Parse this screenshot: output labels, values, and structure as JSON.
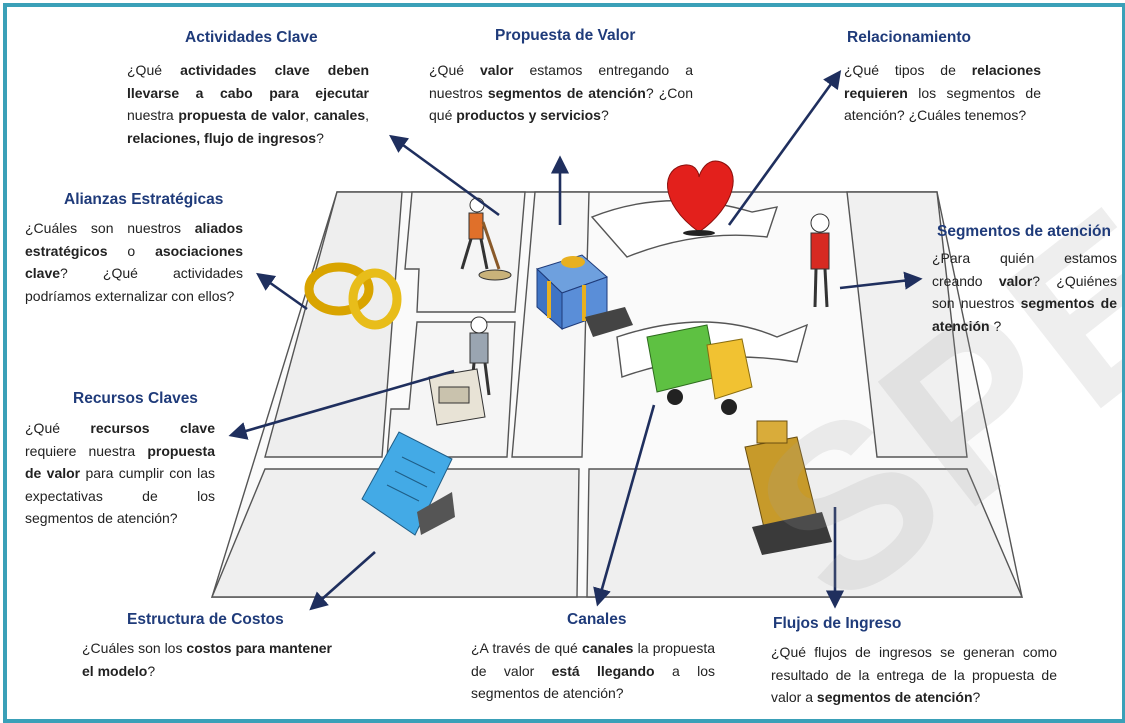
{
  "watermark": "SPECIAL",
  "blocks": {
    "actividades": {
      "title": "Actividades Clave",
      "desc": [
        {
          "t": "¿Qué ",
          "b": false
        },
        {
          "t": "actividades clave deben llevarse a cabo para ejecutar",
          "b": true
        },
        {
          "t": " nuestra ",
          "b": false
        },
        {
          "t": "propuesta de valor",
          "b": true
        },
        {
          "t": ", ",
          "b": false
        },
        {
          "t": "canales",
          "b": true
        },
        {
          "t": ", ",
          "b": false
        },
        {
          "t": "relaciones, flujo de ingresos",
          "b": true
        },
        {
          "t": "?",
          "b": false
        }
      ]
    },
    "propuesta": {
      "title": "Propuesta de Valor",
      "desc": [
        {
          "t": "¿Qué ",
          "b": false
        },
        {
          "t": "valor",
          "b": true
        },
        {
          "t": " estamos entregando a nuestros ",
          "b": false
        },
        {
          "t": "segmentos de atención",
          "b": true
        },
        {
          "t": "? ¿Con qué ",
          "b": false
        },
        {
          "t": "productos y servicios",
          "b": true
        },
        {
          "t": "?",
          "b": false
        }
      ]
    },
    "relacionamiento": {
      "title": "Relacionamiento",
      "desc": [
        {
          "t": "¿Qué tipos de ",
          "b": false
        },
        {
          "t": "relaciones requieren",
          "b": true
        },
        {
          "t": " los segmentos de atención? ¿Cuáles tenemos?",
          "b": false
        }
      ]
    },
    "alianzas": {
      "title": "Alianzas Estratégicas",
      "desc": [
        {
          "t": "¿Cuáles son nuestros ",
          "b": false
        },
        {
          "t": "aliados estratégicos",
          "b": true
        },
        {
          "t": " o ",
          "b": false
        },
        {
          "t": "asociaciones clave",
          "b": true
        },
        {
          "t": "? ¿Qué actividades podríamos externalizar con ellos?",
          "b": false
        }
      ]
    },
    "segmentos": {
      "title": "Segmentos de atención",
      "desc": [
        {
          "t": "¿Para quién estamos creando ",
          "b": false
        },
        {
          "t": "valor",
          "b": true
        },
        {
          "t": "? ¿Quiénes son nuestros ",
          "b": false
        },
        {
          "t": "segmentos de atención",
          "b": true
        },
        {
          "t": " ?",
          "b": false
        }
      ]
    },
    "recursos": {
      "title": "Recursos Claves",
      "desc": [
        {
          "t": "¿Qué ",
          "b": false
        },
        {
          "t": "recursos clave",
          "b": true
        },
        {
          "t": " requiere nuestra ",
          "b": false
        },
        {
          "t": "propuesta de valor",
          "b": true
        },
        {
          "t": " para cumplir con las expectativas de los segmentos de atención?",
          "b": false
        }
      ]
    },
    "costos": {
      "title": "Estructura de Costos",
      "desc": [
        {
          "t": "¿Cuáles son los ",
          "b": false
        },
        {
          "t": "costos para mantener el modelo",
          "b": true
        },
        {
          "t": "?",
          "b": false
        }
      ]
    },
    "canales": {
      "title": "Canales",
      "desc": [
        {
          "t": "¿A través de qué ",
          "b": false
        },
        {
          "t": "canales",
          "b": true
        },
        {
          "t": " la propuesta de valor ",
          "b": false
        },
        {
          "t": "está llegando",
          "b": true
        },
        {
          "t": " a los segmentos de atención?",
          "b": false
        }
      ]
    },
    "flujos": {
      "title": "Flujos de Ingreso",
      "desc": [
        {
          "t": "¿Qué flujos de ingresos se generan como resultado de la entrega de la propuesta de valor a ",
          "b": false
        },
        {
          "t": "segmentos de atención",
          "b": true
        },
        {
          "t": "?",
          "b": false
        }
      ]
    }
  }
}
